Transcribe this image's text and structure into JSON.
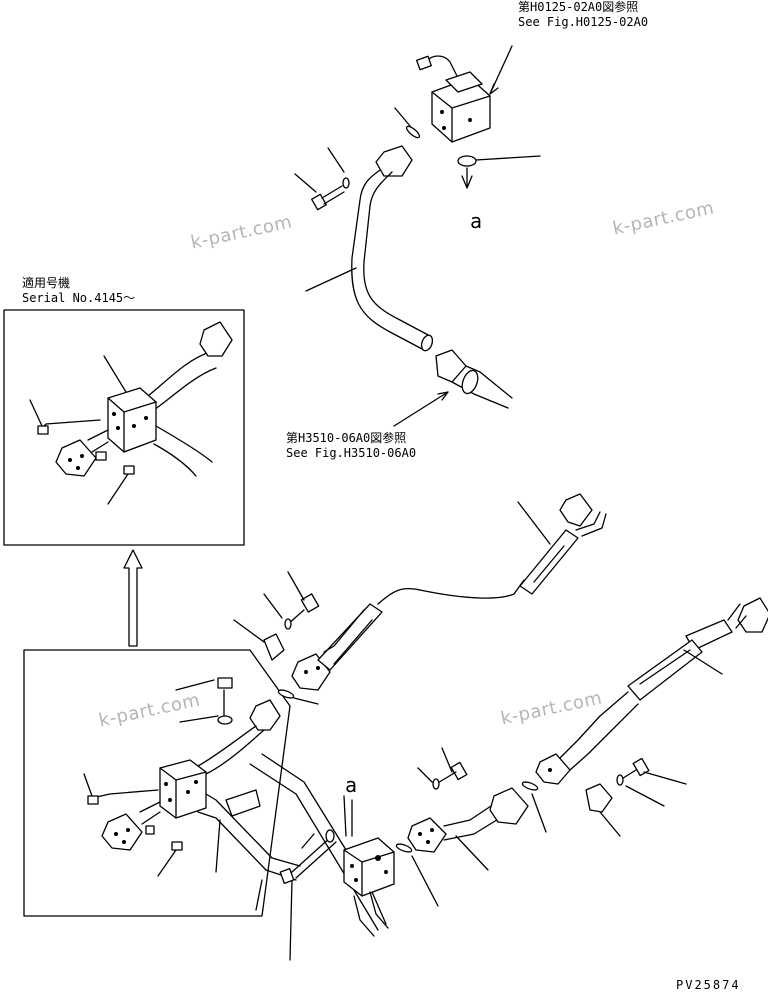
{
  "refs": {
    "top_valve": {
      "line1": "第H0125-02A0図参照",
      "line2": "See Fig.H0125-02A0"
    },
    "pipe_connection": {
      "line1": "第H3510-06A0図参照",
      "line2": "See Fig.H3510-06A0"
    }
  },
  "serial_box": {
    "line1": "適用号機",
    "line2": "Serial No.4145～"
  },
  "markers": {
    "a_top": "a",
    "a_bottom": "a"
  },
  "watermarks": [
    "k-part.com",
    "k-part.com",
    "k-part.com",
    "k-part.com"
  ],
  "drawing_code": "PV25874"
}
